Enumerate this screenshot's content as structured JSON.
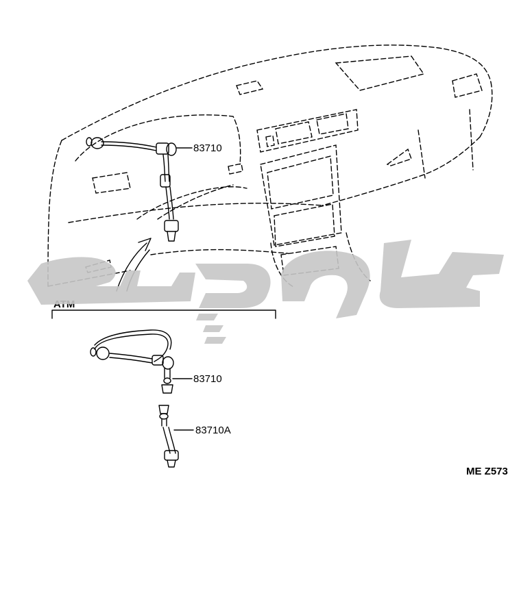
{
  "watermark": {
    "text": "شهاب",
    "color": "#c4c4c4"
  },
  "callouts": {
    "top_part": "83710",
    "atm_part": "83710",
    "atm_part_a": "83710A"
  },
  "section_label": "ATM",
  "figure_code": "ME  Z573"
}
